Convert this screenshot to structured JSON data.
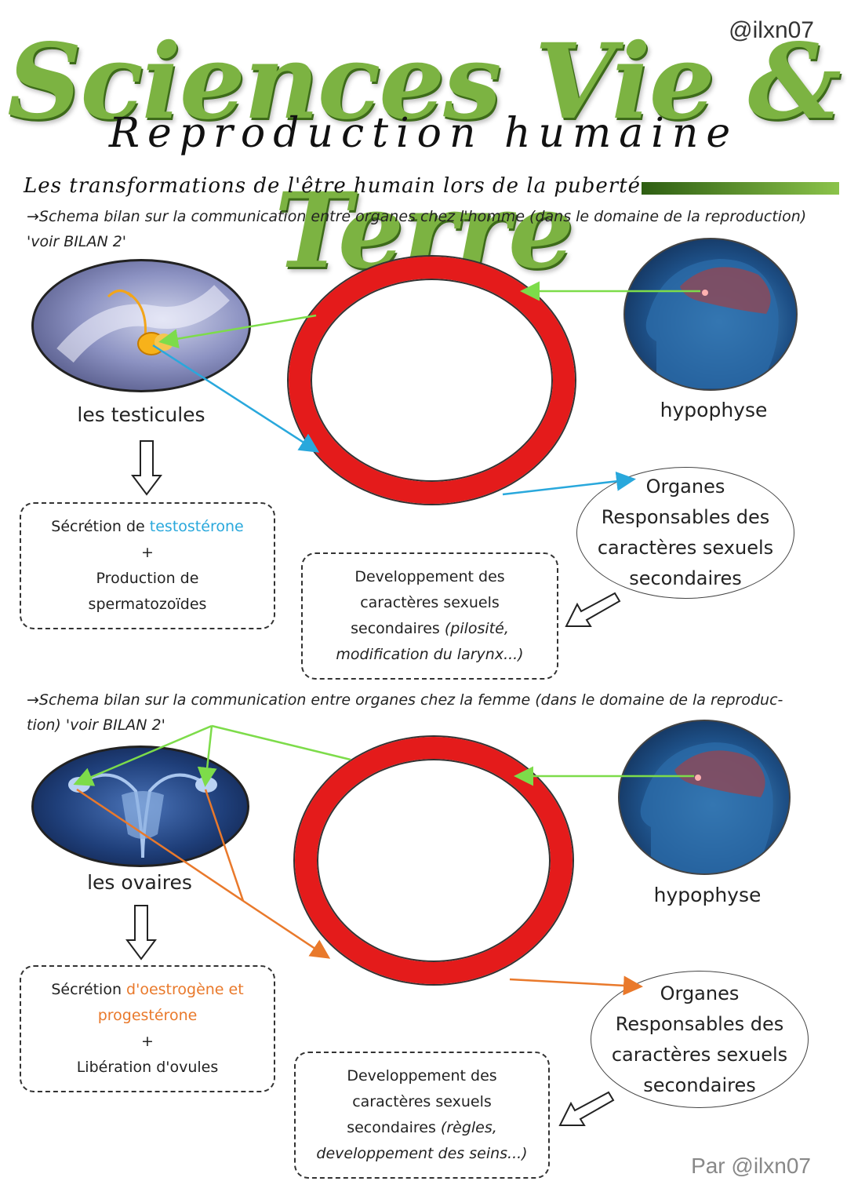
{
  "header": {
    "handle": "@ilxn07",
    "title": "Sciences Vie & Terre",
    "subtitle": "Reproduction humaine",
    "section_title": "Les transformations de l'être humain lors de la puberté"
  },
  "male": {
    "intro_line1": "→Schema bilan sur la communication entre organes chez l'homme (dans le domaine de la reproduction)",
    "intro_line2": "'voir BILAN 2'",
    "gland_label": "les testicules",
    "pituitary_label": "hypophyse",
    "secretion_prefix": "Sécrétion de ",
    "secretion_hormone": "testostérone",
    "plus": "+",
    "production_line1": "Production de",
    "production_line2": "spermatozoïdes",
    "organs_line1": "Organes",
    "organs_line2": "Responsables des",
    "organs_line3": "caractères sexuels",
    "organs_line4": "secondaires",
    "dev_line1": "Developpement des",
    "dev_line2": "caractères sexuels",
    "dev_line3_plain": "secondaires ",
    "dev_line3_italic": "(pilosité,",
    "dev_line4": "modification du larynx...)"
  },
  "female": {
    "intro_line1": "→Schema bilan sur la communication entre organes chez la femme (dans le domaine de la reproduc-",
    "intro_line2": "tion) 'voir BILAN 2'",
    "gland_label": "les ovaires",
    "pituitary_label": "hypophyse",
    "secretion_prefix": "Sécrétion ",
    "secretion_hormone_1": "d'oestrogène et",
    "secretion_hormone_2": "progestérone",
    "plus": "+",
    "liberation": "Libération d'ovules",
    "organs_line1": "Organes",
    "organs_line2": "Responsables des",
    "organs_line3": "caractères sexuels",
    "organs_line4": "secondaires",
    "dev_line1": "Developpement des",
    "dev_line2": "caractères sexuels",
    "dev_line3_plain": "secondaires ",
    "dev_line3_italic": "(règles,",
    "dev_line4": "developpement des seins...)"
  },
  "footer": {
    "credit": "Par @ilxn07"
  },
  "colors": {
    "ring": "#e41b1b",
    "arrow_green": "#7ddc4a",
    "arrow_blue": "#29a8dc",
    "arrow_orange": "#e9792b",
    "title_green": "#7cb342"
  }
}
